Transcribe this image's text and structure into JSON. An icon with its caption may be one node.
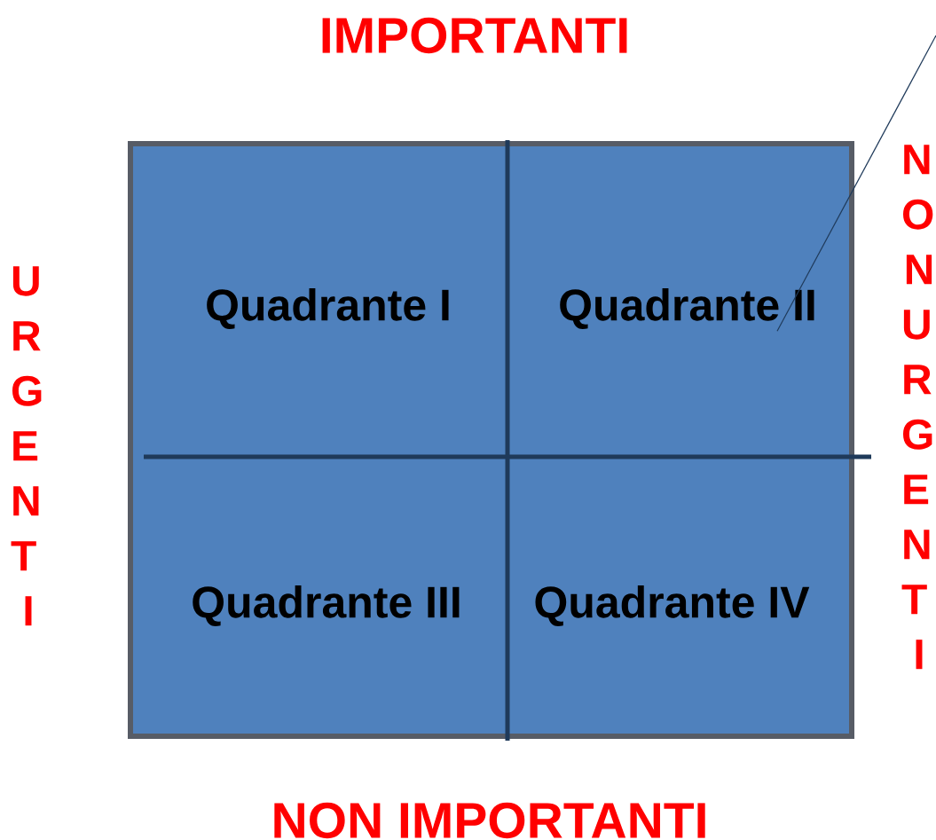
{
  "diagram": {
    "title": "IMPORTANTI",
    "nodes": [
      {
        "text": [],
        "shape": "box"
      },
      {
        "text": [
          "Quadrante I"
        ],
        "in": 0
      },
      {
        "text": [
          "Quadrante II"
        ],
        "in": 0
      },
      {
        "text": [
          "Quadrante III"
        ],
        "in": 0
      },
      {
        "text": [
          "Quadrante IV"
        ],
        "in": 0
      }
    ],
    "edges": [
      {
        "from": null,
        "to": 2,
        "arrow": "none"
      }
    ],
    "labels": [
      "URGENTI",
      "NON URGENTI",
      "NON IMPORTANTI"
    ]
  }
}
